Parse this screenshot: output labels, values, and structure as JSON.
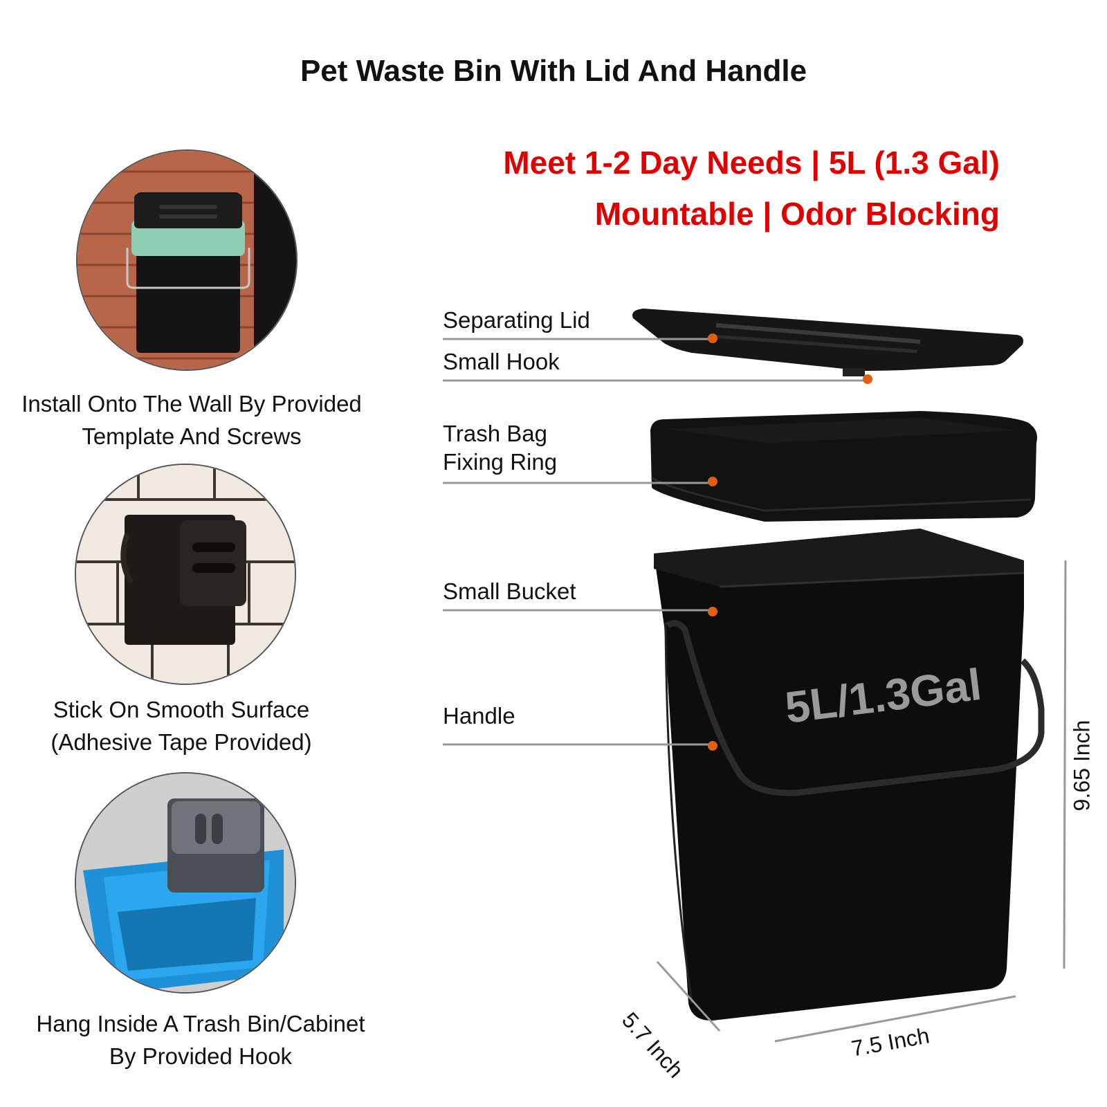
{
  "title": "Pet Waste Bin With Lid And Handle",
  "headlines": [
    "Meet 1-2 Day Needs | 5L (1.3 Gal)",
    "Mountable | Odor Blocking"
  ],
  "uses": [
    {
      "line1": "Install Onto The Wall By Provided",
      "line2": "Template And Screws"
    },
    {
      "line1": "Stick On Smooth Surface",
      "line2": "(Adhesive Tape Provided)"
    },
    {
      "line1": "Hang Inside A Trash Bin/Cabinet",
      "line2": "By Provided Hook"
    }
  ],
  "parts": [
    {
      "line1": "Separating Lid",
      "line2": ""
    },
    {
      "line1": "Small Hook",
      "line2": ""
    },
    {
      "line1": "Trash Bag",
      "line2": "Fixing Ring"
    },
    {
      "line1": "Small Bucket",
      "line2": ""
    },
    {
      "line1": "Handle",
      "line2": ""
    }
  ],
  "capacity_label": "5L/1.3Gal",
  "dimensions": {
    "height": "9.65 Inch",
    "width": "7.5 Inch",
    "depth": "5.7 Inch"
  },
  "colors": {
    "accent_red": "#e00000",
    "marker_orange": "#e06010",
    "bin_black": "#0d0d0d"
  }
}
